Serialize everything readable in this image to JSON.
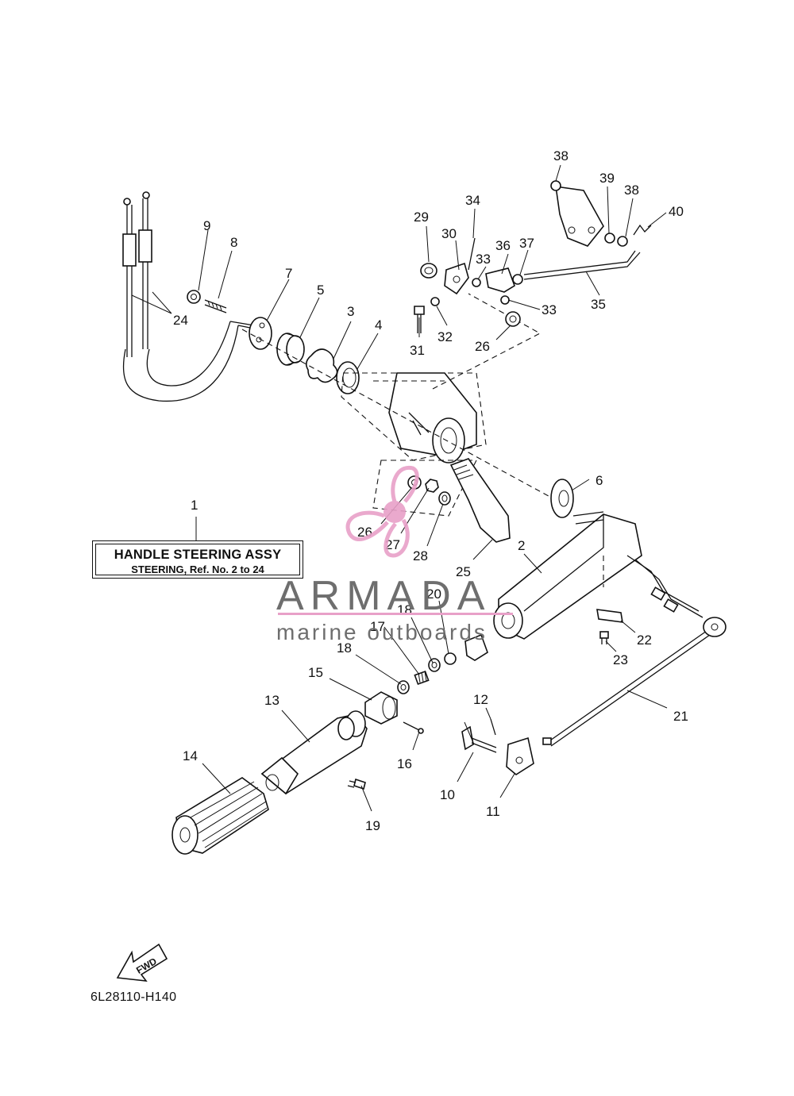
{
  "callouts": [
    {
      "id": "1",
      "text": "1"
    },
    {
      "id": "2",
      "text": "2"
    },
    {
      "id": "3",
      "text": "3"
    },
    {
      "id": "4",
      "text": "4"
    },
    {
      "id": "5",
      "text": "5"
    },
    {
      "id": "6",
      "text": "6"
    },
    {
      "id": "7",
      "text": "7"
    },
    {
      "id": "8",
      "text": "8"
    },
    {
      "id": "9",
      "text": "9"
    },
    {
      "id": "10",
      "text": "10"
    },
    {
      "id": "11",
      "text": "11"
    },
    {
      "id": "12",
      "text": "12"
    },
    {
      "id": "13",
      "text": "13"
    },
    {
      "id": "14",
      "text": "14"
    },
    {
      "id": "15",
      "text": "15"
    },
    {
      "id": "16",
      "text": "16"
    },
    {
      "id": "17",
      "text": "17"
    },
    {
      "id": "18a",
      "text": "18"
    },
    {
      "id": "18b",
      "text": "18"
    },
    {
      "id": "19",
      "text": "19"
    },
    {
      "id": "20",
      "text": "20"
    },
    {
      "id": "21",
      "text": "21"
    },
    {
      "id": "22",
      "text": "22"
    },
    {
      "id": "23",
      "text": "23"
    },
    {
      "id": "24",
      "text": "24"
    },
    {
      "id": "25",
      "text": "25"
    },
    {
      "id": "26a",
      "text": "26"
    },
    {
      "id": "26b",
      "text": "26"
    },
    {
      "id": "27",
      "text": "27"
    },
    {
      "id": "28",
      "text": "28"
    },
    {
      "id": "29",
      "text": "29"
    },
    {
      "id": "30",
      "text": "30"
    },
    {
      "id": "31",
      "text": "31"
    },
    {
      "id": "32",
      "text": "32"
    },
    {
      "id": "33a",
      "text": "33"
    },
    {
      "id": "33b",
      "text": "33"
    },
    {
      "id": "34",
      "text": "34"
    },
    {
      "id": "35",
      "text": "35"
    },
    {
      "id": "36",
      "text": "36"
    },
    {
      "id": "37",
      "text": "37"
    },
    {
      "id": "38a",
      "text": "38"
    },
    {
      "id": "38b",
      "text": "38"
    },
    {
      "id": "39",
      "text": "39"
    },
    {
      "id": "40",
      "text": "40"
    }
  ],
  "assembly_box": {
    "title": "HANDLE STEERING ASSY",
    "subtitle": "STEERING,  Ref. No. 2 to 24"
  },
  "fwd_arrow": {
    "label": "FWD"
  },
  "diagram_code": "6L28110-H140",
  "watermark": {
    "name": "ARMADA",
    "tagline": "marine outboards",
    "logo_color": "#e8a0c8",
    "text_color": "#6e6e6e"
  }
}
